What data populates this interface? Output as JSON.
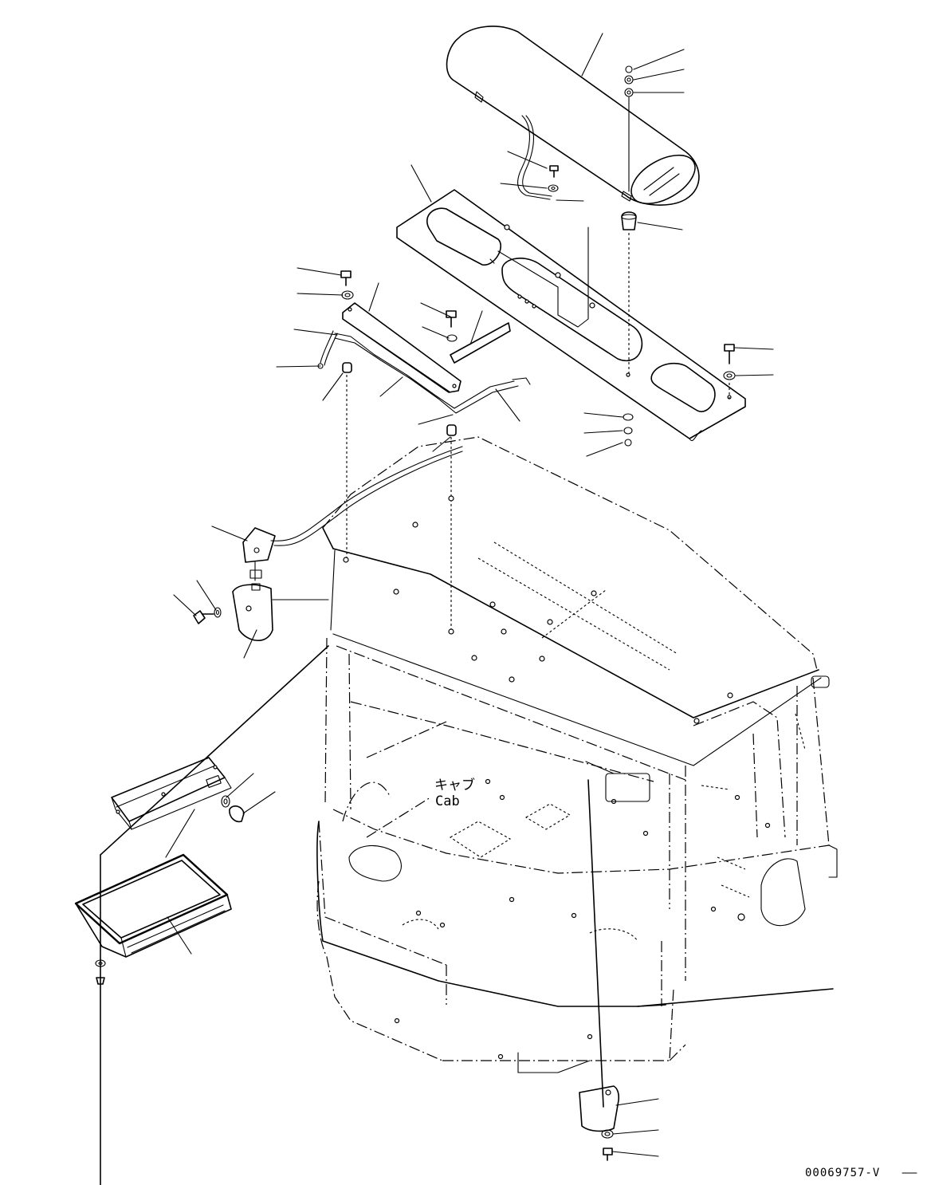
{
  "labels": {
    "cab_jp": "キャブ",
    "cab_en": "Cab"
  },
  "drawing_code": "00069757-V"
}
